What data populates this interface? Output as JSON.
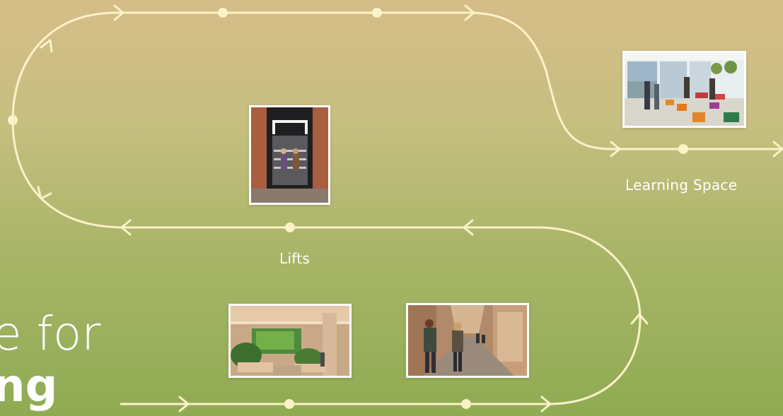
{
  "stops": {
    "learning_space": {
      "label": "Learning Space"
    },
    "lifts": {
      "label": "Lifts"
    }
  },
  "headline": {
    "line1": "e for",
    "line2": "ng"
  },
  "colors": {
    "path": "#fbf2c8",
    "gradient_top": "#d6bd88",
    "gradient_bottom": "#8fab52"
  }
}
